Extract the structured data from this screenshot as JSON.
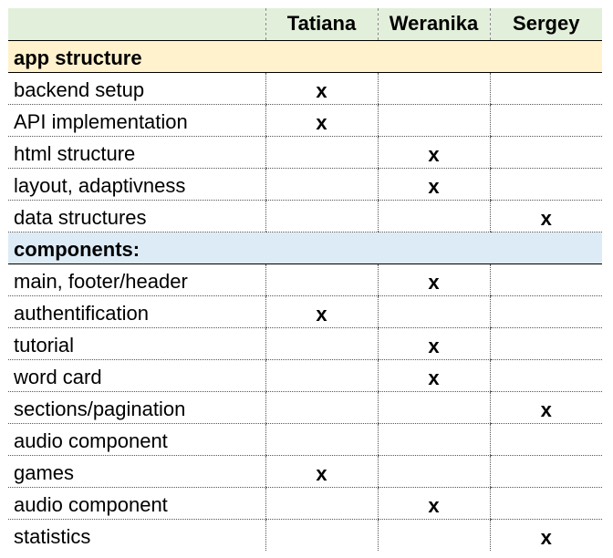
{
  "columns": [
    "",
    "Tatiana",
    "Weranika",
    "Sergey"
  ],
  "mark": "x",
  "sections": [
    {
      "title": "app structure",
      "color": "#fff2cc",
      "rows": [
        {
          "task": "backend setup",
          "assignee": "Tatiana"
        },
        {
          "task": "API implementation",
          "assignee": "Tatiana"
        },
        {
          "task": "html structure",
          "assignee": "Weranika"
        },
        {
          "task": "layout, adaptivness",
          "assignee": "Weranika"
        },
        {
          "task": "data structures",
          "assignee": "Sergey"
        }
      ]
    },
    {
      "title": "components:",
      "color": "#ddebf7",
      "rows": [
        {
          "task": "main, footer/header",
          "assignee": "Weranika"
        },
        {
          "task": "authentification",
          "assignee": "Tatiana"
        },
        {
          "task": "tutorial",
          "assignee": "Weranika"
        },
        {
          "task": "word card",
          "assignee": "Weranika"
        },
        {
          "task": "sections/pagination",
          "assignee": "Sergey"
        },
        {
          "task": "audio component",
          "assignee": ""
        },
        {
          "task": "games",
          "assignee": "Tatiana"
        },
        {
          "task": "audio component",
          "assignee": "Weranika"
        },
        {
          "task": "statistics",
          "assignee": "Sergey"
        }
      ]
    }
  ],
  "colors": {
    "header_bg": "#e2efda",
    "section1_bg": "#fff2cc",
    "section2_bg": "#ddebf7"
  }
}
